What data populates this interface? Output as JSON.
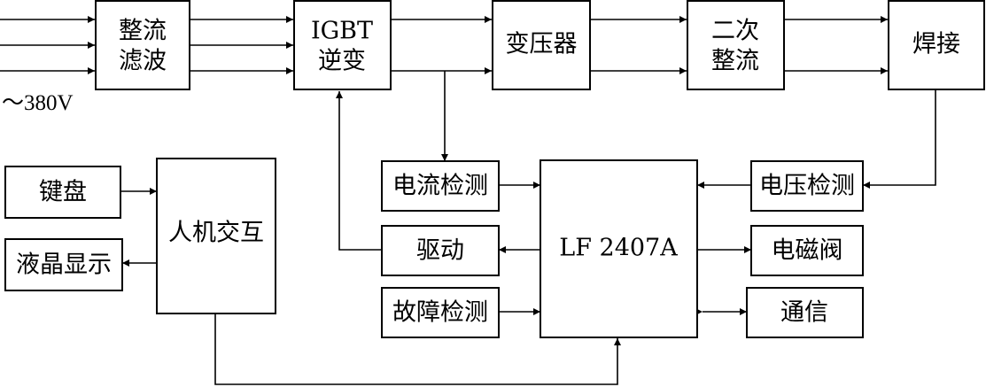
{
  "diagram": {
    "input_label": "～380V",
    "blocks": {
      "rectifier_filter": [
        "整流",
        "滤波"
      ],
      "igbt_inverter": [
        "IGBT",
        "逆变"
      ],
      "transformer": [
        "变压器"
      ],
      "secondary_rectifier": [
        "二次",
        "整流"
      ],
      "welding": [
        "焊接"
      ],
      "keyboard": [
        "键盘"
      ],
      "lcd_display": [
        "液晶显示"
      ],
      "hmi": [
        "人机交互"
      ],
      "current_detect": [
        "电流检测"
      ],
      "drive": [
        "驱动"
      ],
      "fault_detect": [
        "故障检测"
      ],
      "controller": [
        "LF 2407A"
      ],
      "voltage_detect": [
        "电压检测"
      ],
      "solenoid_valve": [
        "电磁阀"
      ],
      "communication": [
        "通信"
      ]
    }
  }
}
